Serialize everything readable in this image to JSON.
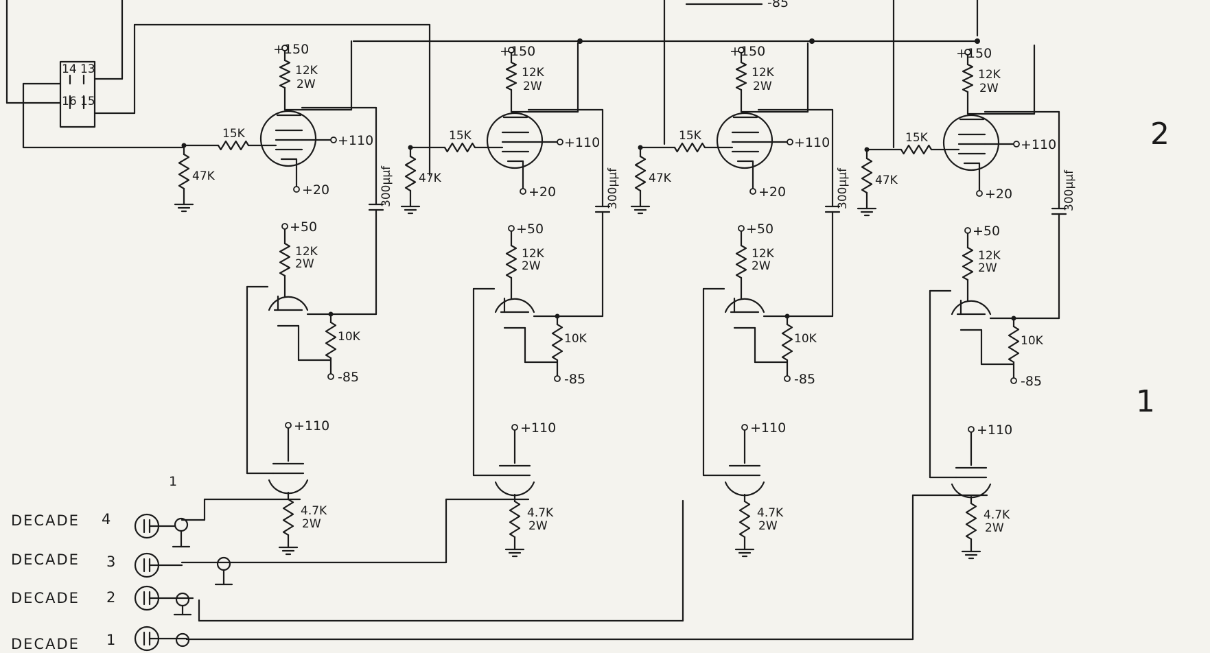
{
  "top_supply": "-85",
  "plug_pins": [
    "14",
    "13",
    "16",
    "15"
  ],
  "sheet_number": "2",
  "stage_number": "1",
  "stages": [
    {
      "plate_supply": "+150",
      "plate_res": "12K",
      "plate_res_w": "2W",
      "grid_res": "15K",
      "grid_leak": "47K",
      "screen": "+110",
      "cathode": "+20",
      "coupling_cap": "300μμf",
      "mid_supply": "+50",
      "mid_res": "12K",
      "mid_res_w": "2W",
      "grid_bias_res": "10K",
      "bias_supply": "-85",
      "follower_plate": "+110",
      "cathode_res": "4.7K",
      "cathode_res_w": "2W"
    },
    {
      "plate_supply": "+150",
      "plate_res": "12K",
      "plate_res_w": "2W",
      "grid_res": "15K",
      "grid_leak": "47K",
      "screen": "+110",
      "cathode": "+20",
      "coupling_cap": "300μμf",
      "mid_supply": "+50",
      "mid_res": "12K",
      "mid_res_w": "2W",
      "grid_bias_res": "10K",
      "bias_supply": "-85",
      "follower_plate": "+110",
      "cathode_res": "4.7K",
      "cathode_res_w": "2W"
    },
    {
      "plate_supply": "+150",
      "plate_res": "12K",
      "plate_res_w": "2W",
      "grid_res": "15K",
      "grid_leak": "47K",
      "screen": "+110",
      "cathode": "+20",
      "coupling_cap": "300μμf",
      "mid_supply": "+50",
      "mid_res": "12K",
      "mid_res_w": "2W",
      "grid_bias_res": "10K",
      "bias_supply": "-85",
      "follower_plate": "+110",
      "cathode_res": "4.7K",
      "cathode_res_w": "2W"
    },
    {
      "plate_supply": "+150",
      "plate_res": "12K",
      "plate_res_w": "2W",
      "grid_res": "15K",
      "grid_leak": "47K",
      "screen": "+110",
      "cathode": "+20",
      "coupling_cap": "300μμf",
      "mid_supply": "+50",
      "mid_res": "12K",
      "mid_res_w": "2W",
      "grid_bias_res": "10K",
      "bias_supply": "-85",
      "follower_plate": "+110",
      "cathode_res": "4.7K",
      "cathode_res_w": "2W"
    }
  ],
  "outputs": [
    {
      "label": "DECADE",
      "number": "4"
    },
    {
      "label": "DECADE",
      "number": "3"
    },
    {
      "label": "DECADE",
      "number": "2"
    },
    {
      "label": "DECADE",
      "number": "1"
    }
  ],
  "output_mark": "1"
}
